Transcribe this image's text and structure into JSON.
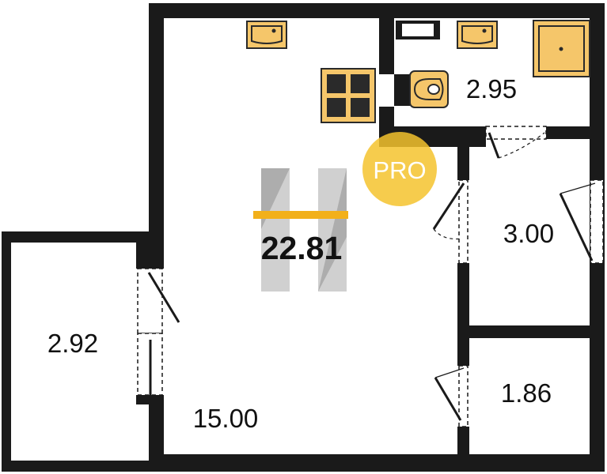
{
  "plan": {
    "total_area": "22.81",
    "badge": "PRO",
    "rooms": {
      "main_room": "15.00",
      "bathroom": "2.95",
      "storage_right": "3.00",
      "storage_small": "1.86",
      "balcony": "2.92"
    }
  },
  "colors": {
    "wall": "#1a1a1a",
    "fixture_fill": "#f5c66a",
    "fixture_stroke": "#2a2a2a",
    "logo_gray": "#9e9e9e",
    "logo_bar": "#f2b01a",
    "badge_fill": "#f5c32e"
  },
  "icons": {
    "sink": "sink-icon",
    "stove": "stove-icon",
    "toilet": "toilet-icon",
    "shower": "shower-tray-icon",
    "door": "door-swing-icon"
  }
}
